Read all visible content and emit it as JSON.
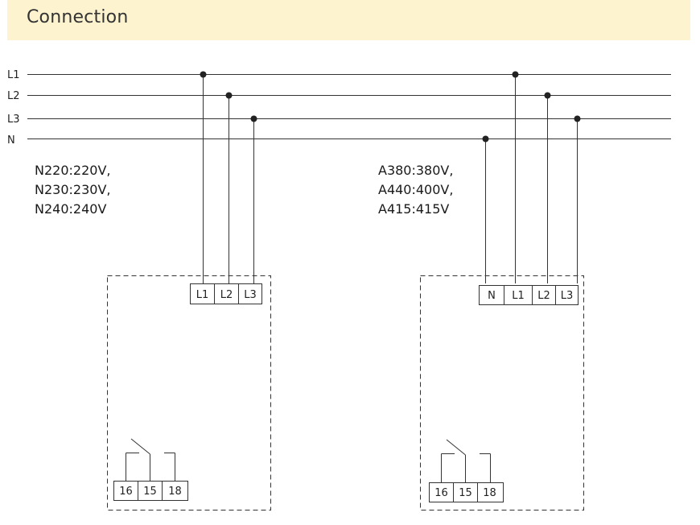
{
  "header": {
    "title": "Connection"
  },
  "lines": {
    "l1": "L1",
    "l2": "L2",
    "l3": "L3",
    "n": "N"
  },
  "left_device": {
    "voltages": [
      "N220:220V,",
      "N230:230V,",
      "N240:240V"
    ],
    "terminals": [
      "L1",
      "L2",
      "L3"
    ],
    "relay_terminals": [
      "16",
      "15",
      "18"
    ]
  },
  "right_device": {
    "voltages": [
      "A380:380V,",
      "A440:400V,",
      "A415:415V"
    ],
    "terminals": [
      "N",
      "L1",
      "L2",
      "L3"
    ],
    "relay_terminals": [
      "16",
      "15",
      "18"
    ]
  }
}
